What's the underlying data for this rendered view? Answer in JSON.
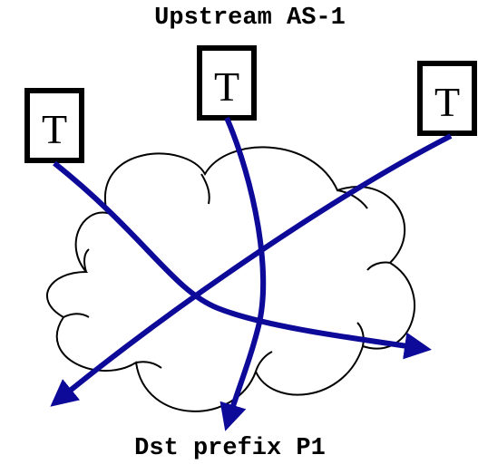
{
  "labels": {
    "top": "Upstream AS-1",
    "bottom": "Dst prefix P1"
  },
  "traffic_sources": [
    {
      "label": "T"
    },
    {
      "label": "T"
    },
    {
      "label": "T"
    }
  ],
  "colors": {
    "flow": "#0d0999",
    "outline": "#000000",
    "background": "#ffffff"
  }
}
